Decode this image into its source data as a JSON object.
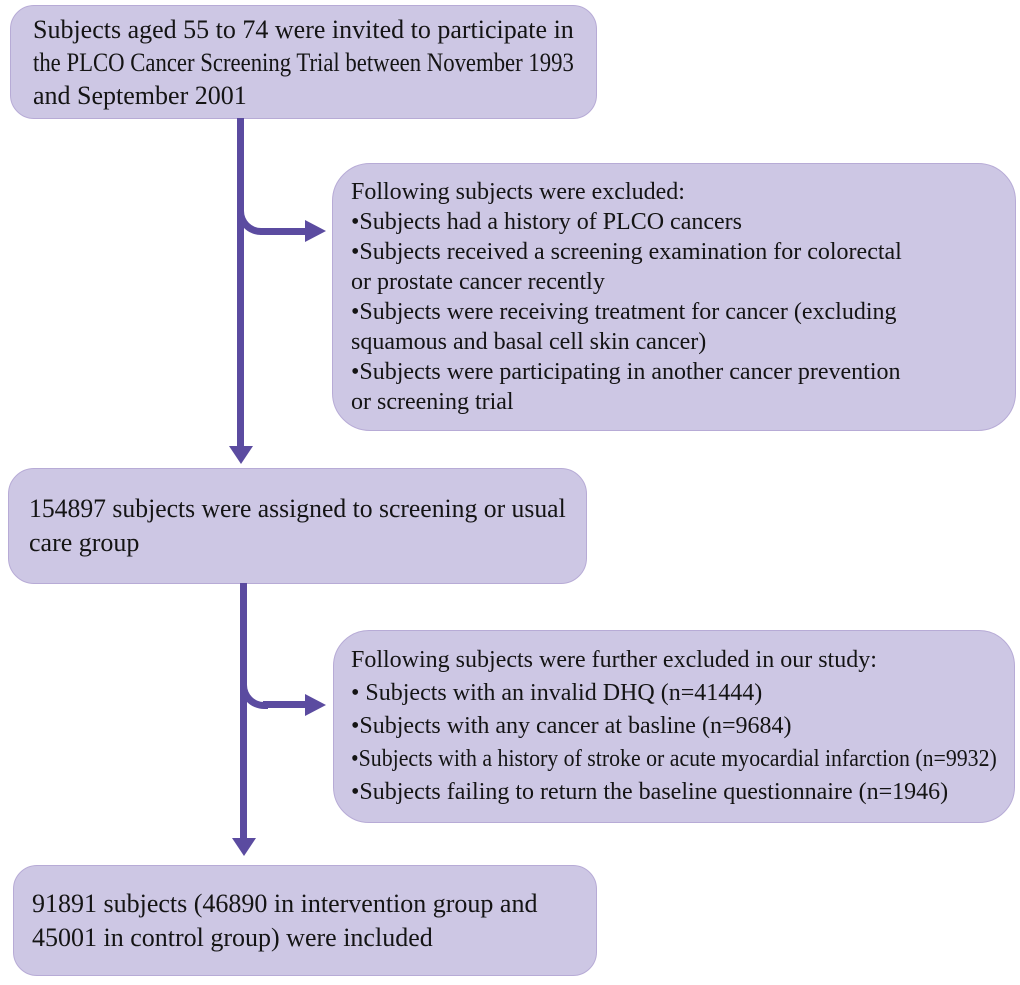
{
  "colors": {
    "box_fill": "#cdc7e4",
    "box_border": "#b7abd6",
    "arrow": "#5b4ba0",
    "text": "#141414",
    "background": "#ffffff"
  },
  "boxes": {
    "invited": {
      "lines": [
        "Subjects aged 55 to 74 were invited to participate in",
        "the PLCO Cancer Screening Trial between November 1993",
        "and September 2001"
      ]
    },
    "excluded1": {
      "lines": [
        "Following subjects were excluded:",
        "•Subjects had a history of PLCO cancers",
        "•Subjects received a screening examination for colorectal",
        "or prostate cancer recently",
        "•Subjects were receiving treatment for cancer (excluding",
        "squamous and basal cell skin cancer)",
        "•Subjects were participating in another cancer prevention",
        "or screening trial"
      ]
    },
    "assigned": {
      "lines": [
        "154897 subjects were assigned to screening or usual",
        "care group"
      ]
    },
    "excluded2": {
      "lines": [
        "Following subjects were further excluded in our study:",
        "• Subjects with an invalid DHQ (n=41444)",
        "•Subjects with any cancer at basline (n=9684)",
        "•Subjects with a history of stroke or acute myocardial infarction (n=9932)",
        "•Subjects failing to return the baseline questionnaire (n=1946)"
      ]
    },
    "included": {
      "lines": [
        "91891 subjects (46890 in intervention group and",
        "45001 in control group) were included"
      ]
    }
  }
}
